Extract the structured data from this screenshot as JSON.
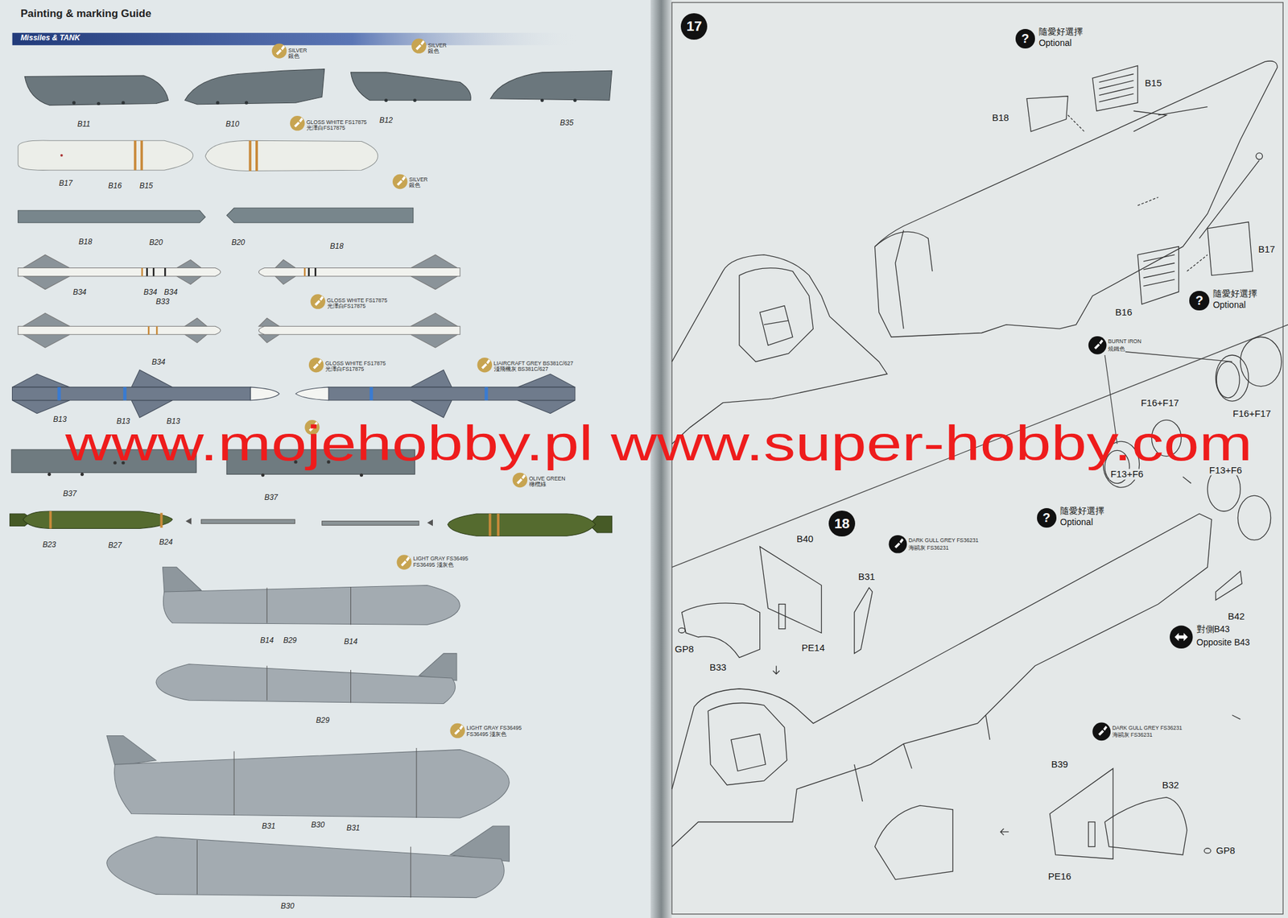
{
  "diagram": {
    "title": "Painting & marking Guide",
    "nodes": [
      {
        "text": [
          "17"
        ]
      },
      {
        "text": [
          "?",
          "隨愛好選擇",
          "Optional"
        ]
      },
      {
        "text": [
          "?",
          "隨愛好選擇",
          "Optional"
        ]
      },
      {
        "text": [
          "18"
        ]
      },
      {
        "text": [
          "?",
          "隨愛好選擇",
          "Optional"
        ]
      }
    ],
    "labels": [
      "Missiles & TANK",
      "SILVER",
      "銀色",
      "SILVER",
      "銀色",
      "B11",
      "B10",
      "B12",
      "B35",
      "GLOSS WHITE FS17875",
      "光澤白FS17875",
      "B17",
      "B16",
      "B15",
      "SILVER",
      "銀色",
      "B18",
      "B20",
      "B20",
      "B18",
      "B34",
      "B34",
      "B34",
      "B33",
      "GLOSS WHITE FS17875",
      "光澤白FS17875",
      "B34",
      "GLOSS WHITE FS17875",
      "光澤白FS17875",
      "LIAIRCRAFT GREY BS381C/627",
      "淺飛機灰 BS381C/627",
      "B13",
      "B13",
      "B13",
      "www.mojehobby.pl www.super-hobby.com",
      "B37",
      "B37",
      "OLIVE GREEN",
      "橄欖綠",
      "B23",
      "B27",
      "B24",
      "LIGHT GRAY FS36495",
      "FS36495 淺灰色",
      "B14",
      "B29",
      "B14",
      "B29",
      "LIGHT GRAY FS36495",
      "FS36495 淺灰色",
      "B31",
      "B30",
      "B31",
      "B30",
      "B18",
      "B15",
      "B17",
      "B16",
      "BURNT IRON",
      "燒鐵色",
      "F16+F17",
      "F16+F17",
      "F13+F6",
      "F13+F6",
      "DARK GULL GREY FS36231",
      "海鷗灰 FS36231",
      "B40",
      "B31",
      "B42",
      "對側B43",
      "Opposite B43",
      "GP8",
      "PE14",
      "B33",
      "DARK GULL GREY FS36231",
      "海鷗灰 FS36231",
      "B39",
      "B32",
      "GP8",
      "PE16"
    ]
  }
}
